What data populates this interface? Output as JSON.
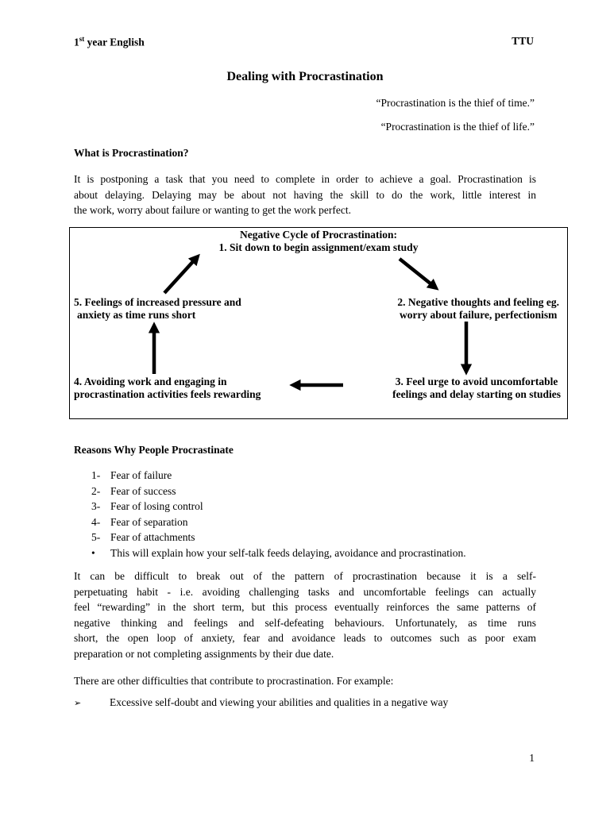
{
  "header": {
    "course_num": "1",
    "course_sup": "st",
    "course_rest": " year English",
    "school": "TTU"
  },
  "title": "Dealing with Procrastination",
  "quotes": [
    "“Procrastination is the thief of time.”",
    "“Procrastination is the thief of life.”"
  ],
  "section1": {
    "heading": "What is Procrastination?",
    "lines": [
      "It is postponing a task that you need to complete in order to achieve a goal. Procrastination is",
      "about delaying. Delaying may be about not having the skill to do the work, little interest in",
      "the work, worry about failure or wanting to get the work perfect."
    ]
  },
  "cycle": {
    "title": "Negative Cycle of Procrastination:",
    "step1": "1. Sit down to begin assignment/exam study",
    "step2_l1": "2. Negative thoughts and feeling eg.",
    "step2_l2": "worry about failure, perfectionism",
    "step3_l1": "3. Feel urge to avoid uncomfortable",
    "step3_l2": "feelings and delay starting on studies",
    "step4_l1": "4. Avoiding work and engaging in",
    "step4_l2": "procrastination activities feels rewarding",
    "step5_l1": "5. Feelings of increased pressure and",
    "step5_l2": "anxiety as time runs short"
  },
  "reasons": {
    "heading": "Reasons Why People Procrastinate",
    "items": [
      {
        "num": "1-",
        "text": "Fear of failure"
      },
      {
        "num": "2-",
        "text": "Fear of success"
      },
      {
        "num": "3-",
        "text": "Fear of losing control"
      },
      {
        "num": "4-",
        "text": "Fear of separation"
      },
      {
        "num": "5-",
        "text": "Fear of attachments"
      }
    ],
    "bullet": "•",
    "bullet_text": "This will explain how your self-talk feeds delaying, avoidance and procrastination."
  },
  "para2": {
    "lines": [
      "It can be difficult to break out of the pattern of procrastination because it is a self-",
      "perpetuating habit - i.e. avoiding challenging tasks and uncomfortable feelings can actually",
      "feel “rewarding” in the short term, but this process eventually reinforces the same patterns of",
      "negative thinking and feelings and self-defeating behaviours. Unfortunately, as time runs",
      "short, the open loop of anxiety, fear and avoidance leads to outcomes such as poor exam",
      "preparation or not completing assignments by their due date."
    ]
  },
  "para3": "There are other difficulties that contribute to procrastination. For example:",
  "difficulty": {
    "marker": "➢",
    "text": "Excessive self-doubt and viewing your abilities and qualities in a negative way"
  },
  "page_number": "1"
}
